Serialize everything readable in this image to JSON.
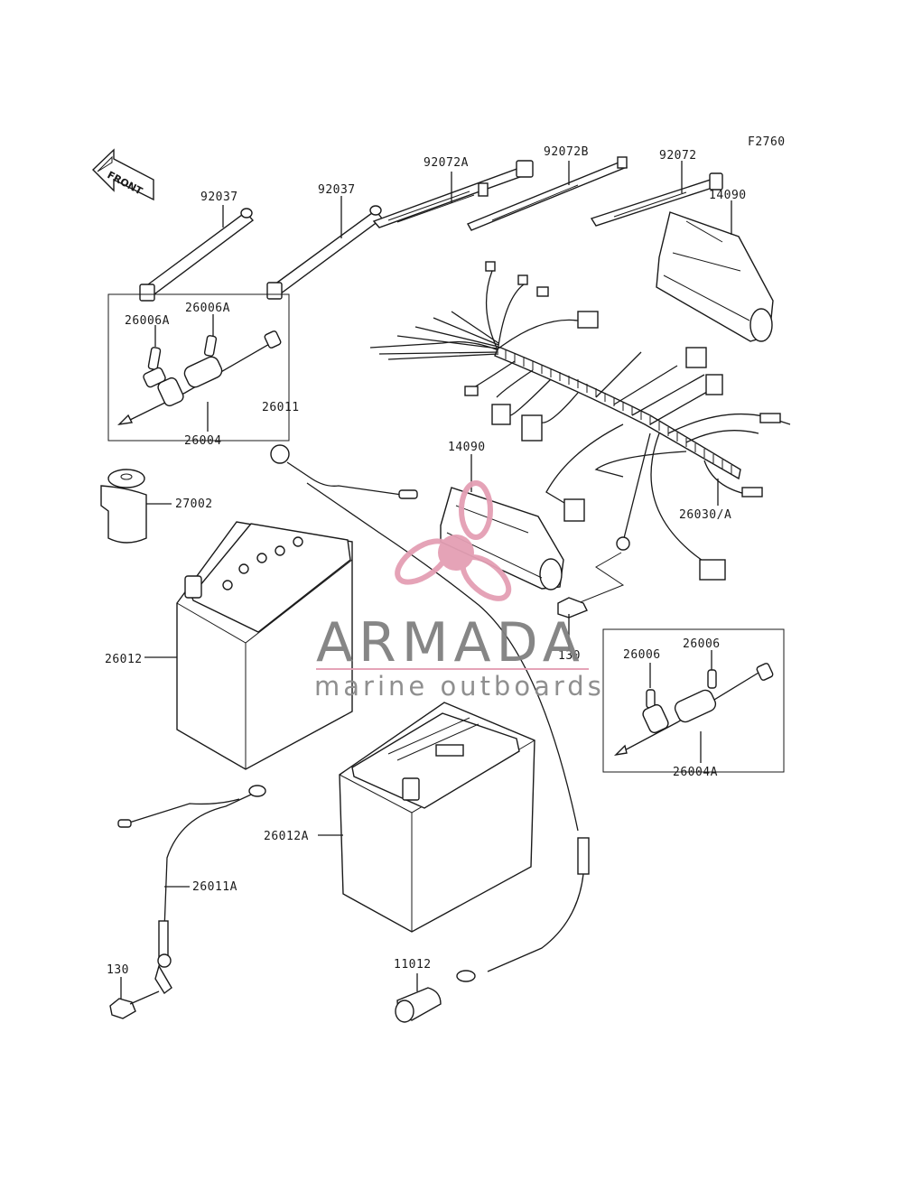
{
  "figure_code": "F2760",
  "front_label": "FRONT",
  "labels": {
    "strap_left": "92037",
    "strap_mid": "92037",
    "tie_a": "92072A",
    "tie_b": "92072B",
    "tie": "92072",
    "cover_top": "14090",
    "fuse_a_left": "26006A",
    "fuse_a_right": "26006A",
    "fuse_holder_a_group": "26011",
    "fuse_holder_a": "26004",
    "relay": "27002",
    "cover_mid": "14090",
    "harness": "26030/A",
    "battery": "26012",
    "bolt_right": "130",
    "fuse_left": "26006",
    "fuse_right": "26006",
    "fuse_holder_b": "26004A",
    "battery_a": "26012A",
    "cable_a": "26011A",
    "bolt_left": "130",
    "cap": "11012"
  },
  "watermark": {
    "brand": "ARMADA",
    "tagline": "marine outboards",
    "color": "#e49fb4"
  }
}
